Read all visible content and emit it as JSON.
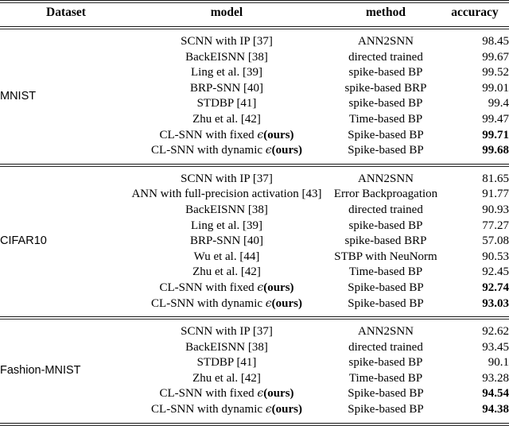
{
  "table": {
    "headers": {
      "dataset": "Dataset",
      "model": "model",
      "method": "method",
      "accuracy": "accuracy"
    },
    "groups": [
      {
        "dataset": "MNIST",
        "rows": [
          {
            "model": "SCNN with IP [37]",
            "method": "ANN2SNN",
            "accuracy": "98.45",
            "bold": false,
            "ours": false
          },
          {
            "model": "BackEISNN [38]",
            "method": "directed trained",
            "accuracy": "99.67",
            "bold": false,
            "ours": false
          },
          {
            "model": "Ling et al. [39]",
            "method": "spike-based BP",
            "accuracy": "99.52",
            "bold": false,
            "ours": false
          },
          {
            "model": "BRP-SNN [40]",
            "method": "spike-based BRP",
            "accuracy": "99.01",
            "bold": false,
            "ours": false
          },
          {
            "model": "STDBP [41]",
            "method": "spike-based BP",
            "accuracy": "99.4",
            "bold": false,
            "ours": false
          },
          {
            "model": "Zhu et al. [42]",
            "method": "Time-based BP",
            "accuracy": "99.47",
            "bold": false,
            "ours": false
          },
          {
            "model_prefix": "CL-SNN with fixed ",
            "model_suffix": "(ours)",
            "model": "CL-SNN with fixed ϵ(ours)",
            "method": "Spike-based BP",
            "accuracy": "99.71",
            "bold": true,
            "ours": true
          },
          {
            "model_prefix": "CL-SNN with dynamic ",
            "model_suffix": "(ours)",
            "model": "CL-SNN with dynamic ϵ(ours)",
            "method": "Spike-based BP",
            "accuracy": "99.68",
            "bold": true,
            "ours": true
          }
        ]
      },
      {
        "dataset": "CIFAR10",
        "rows": [
          {
            "model": "SCNN with IP [37]",
            "method": "ANN2SNN",
            "accuracy": "81.65",
            "bold": false,
            "ours": false
          },
          {
            "model": "ANN with full-precision activation [43]",
            "method": "Error Backproagation",
            "accuracy": "91.77",
            "bold": false,
            "ours": false
          },
          {
            "model": "BackEISNN [38]",
            "method": "directed trained",
            "accuracy": "90.93",
            "bold": false,
            "ours": false
          },
          {
            "model": "Ling et al. [39]",
            "method": "spike-based BP",
            "accuracy": "77.27",
            "bold": false,
            "ours": false
          },
          {
            "model": "BRP-SNN [40]",
            "method": "spike-based BRP",
            "accuracy": "57.08",
            "bold": false,
            "ours": false
          },
          {
            "model": "Wu et al. [44]",
            "method": "STBP with NeuNorm",
            "accuracy": "90.53",
            "bold": false,
            "ours": false
          },
          {
            "model": "Zhu et al. [42]",
            "method": "Time-based BP",
            "accuracy": "92.45",
            "bold": false,
            "ours": false
          },
          {
            "model_prefix": "CL-SNN with fixed ",
            "model_suffix": "(ours)",
            "model": "CL-SNN with fixed ϵ(ours)",
            "method": "Spike-based BP",
            "accuracy": "92.74",
            "bold": true,
            "ours": true
          },
          {
            "model_prefix": "CL-SNN with dynamic ",
            "model_suffix": "(ours)",
            "model": "CL-SNN with dynamic ϵ(ours)",
            "method": "Spike-based BP",
            "accuracy": "93.03",
            "bold": true,
            "ours": true
          }
        ]
      },
      {
        "dataset": "Fashion-MNIST",
        "rows": [
          {
            "model": "SCNN with IP [37]",
            "method": "ANN2SNN",
            "accuracy": "92.62",
            "bold": false,
            "ours": false
          },
          {
            "model": "BackEISNN [38]",
            "method": "directed trained",
            "accuracy": "93.45",
            "bold": false,
            "ours": false
          },
          {
            "model": "STDBP [41]",
            "method": "spike-based BP",
            "accuracy": "90.1",
            "bold": false,
            "ours": false
          },
          {
            "model": "Zhu et al. [42]",
            "method": "Time-based BP",
            "accuracy": "93.28",
            "bold": false,
            "ours": false
          },
          {
            "model_prefix": "CL-SNN with fixed ",
            "model_suffix": "(ours)",
            "model": "CL-SNN with fixed ϵ(ours)",
            "method": "Spike-based BP",
            "accuracy": "94.54",
            "bold": true,
            "ours": true
          },
          {
            "model_prefix": "CL-SNN with dynamic ",
            "model_suffix": "(ours)",
            "model": "CL-SNN with dynamic ϵ(ours)",
            "method": "Spike-based BP",
            "accuracy": "94.38",
            "bold": true,
            "ours": true
          }
        ]
      }
    ],
    "epsilon_symbol": "ϵ",
    "colors": {
      "rule": "#151515",
      "text": "#000000",
      "background": "#ffffff"
    }
  }
}
